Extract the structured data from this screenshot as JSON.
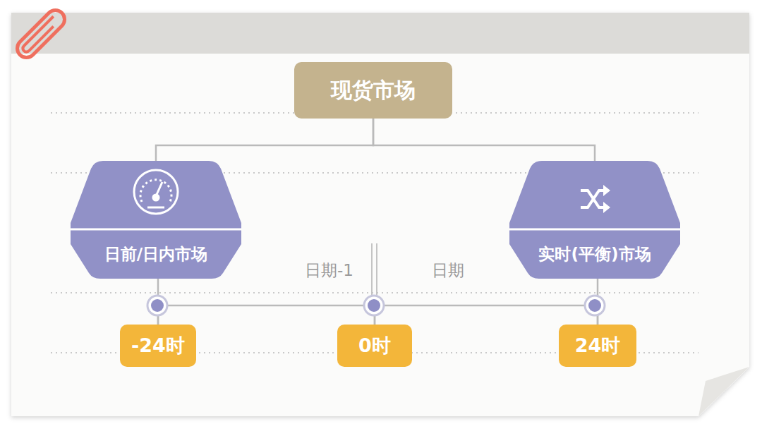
{
  "diagram": {
    "nodes": [
      {
        "text": [
          "现货市场"
        ]
      },
      {
        "text": [
          "日前/日内市场"
        ]
      },
      {
        "text": [
          "实时(平衡)市场"
        ]
      },
      {
        "text": [
          "-24时"
        ]
      },
      {
        "text": [
          "0时"
        ]
      },
      {
        "text": [
          "24时"
        ]
      }
    ],
    "edges": [
      {
        "from": 0,
        "to": 1,
        "arrow": "none"
      },
      {
        "from": 0,
        "to": 2,
        "arrow": "none"
      },
      {
        "from": 1,
        "to": 3,
        "arrow": "none"
      },
      {
        "from": 2,
        "to": 5,
        "arrow": "none"
      },
      {
        "from": 3,
        "to": 4,
        "arrow": "none"
      },
      {
        "from": 4,
        "to": 5,
        "arrow": "none"
      }
    ],
    "labels": [
      "日期-1",
      "日期"
    ]
  }
}
